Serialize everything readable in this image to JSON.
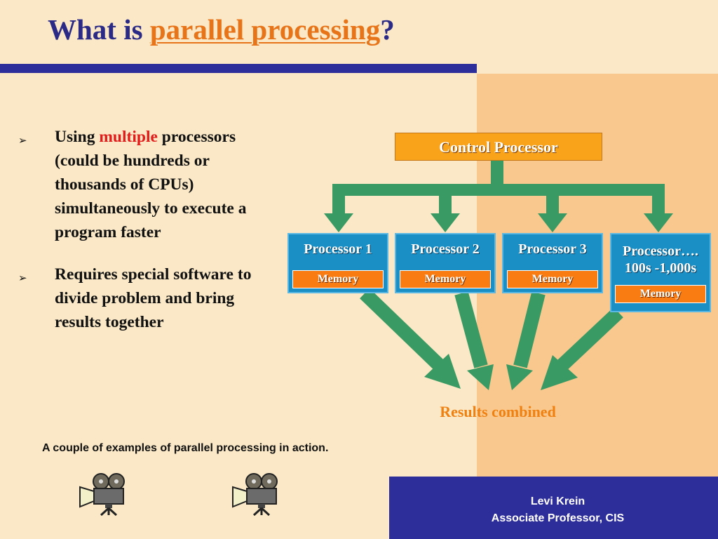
{
  "title": {
    "prefix": "What is ",
    "highlight": "parallel processing",
    "suffix": "?"
  },
  "bullets": [
    {
      "pre": "Using ",
      "highlight": "multiple",
      "post": " processors (could be hundreds or thousands of CPUs) simultaneously to execute a program faster"
    },
    {
      "text": "Requires special software to divide problem and bring results together"
    }
  ],
  "bullet_mark": "➢",
  "diagram": {
    "control": "Control Processor",
    "processors": [
      {
        "name": "Processor 1",
        "memory": "Memory"
      },
      {
        "name": "Processor 2",
        "memory": "Memory"
      },
      {
        "name": "Processor 3",
        "memory": "Memory"
      },
      {
        "name": "Processor….",
        "name2": "100s -1,000s",
        "memory": "Memory"
      }
    ],
    "results": "Results combined"
  },
  "caption": "A couple of examples of parallel processing in action.",
  "footer": {
    "name": "Levi Krein",
    "role": "Associate Professor, CIS"
  },
  "colors": {
    "title": "#2B2A86",
    "accent": "#E8741A",
    "arrow": "#3A9A63",
    "processor": "#1A8FC5",
    "memory": "#F97C12",
    "control": "#F9A31A"
  },
  "icons": [
    "movie-camera-icon",
    "movie-camera-icon"
  ]
}
